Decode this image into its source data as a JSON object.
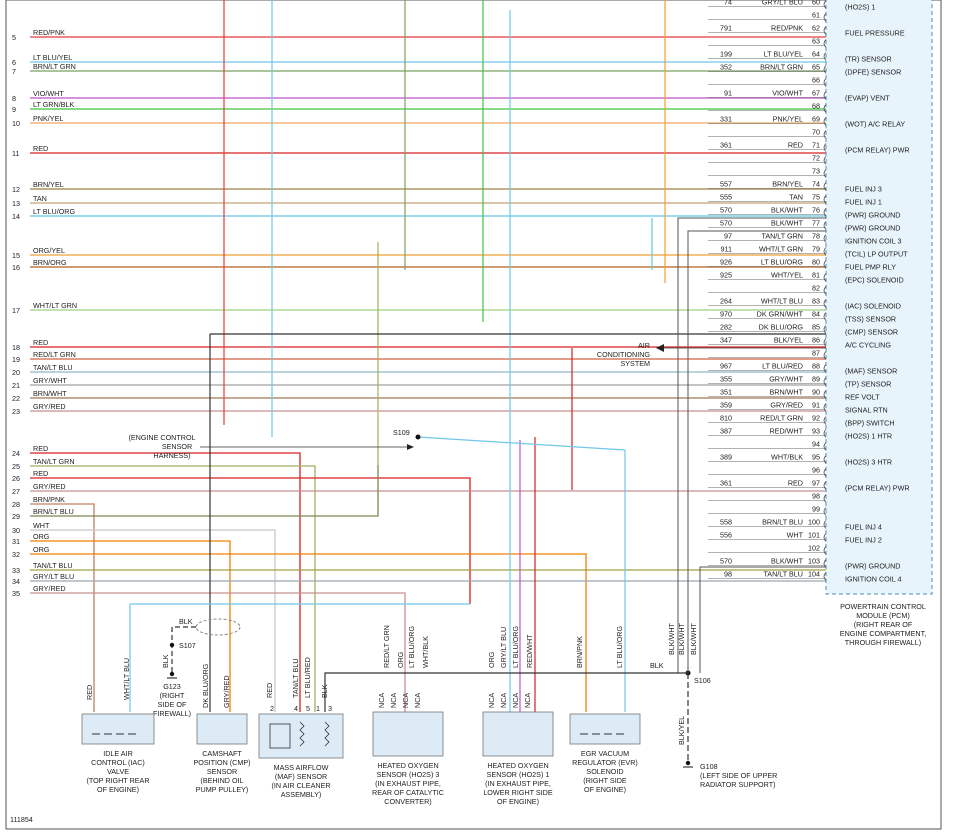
{
  "figure_id": "111854",
  "left_wires": [
    {
      "num": "5",
      "label": "RED/PNK",
      "color": "#e53a3a"
    },
    {
      "num": "6",
      "label": "LT BLU/YEL",
      "color": "#6fc8e8"
    },
    {
      "num": "7",
      "label": "BRN/LT GRN",
      "color": "#7aa060"
    },
    {
      "num": "8",
      "label": "VIO/WHT",
      "color": "#c050c8"
    },
    {
      "num": "9",
      "label": "LT GRN/BLK",
      "color": "#40c040"
    },
    {
      "num": "10",
      "label": "PNK/YEL",
      "color": "#f0a860"
    },
    {
      "num": "11",
      "label": "RED",
      "color": "#d82020"
    },
    {
      "num": "12",
      "label": "BRN/YEL",
      "color": "#a08040"
    },
    {
      "num": "13",
      "label": "TAN",
      "color": "#c8a070"
    },
    {
      "num": "14",
      "label": "LT BLU/ORG",
      "color": "#60c8e0"
    },
    {
      "num": "15",
      "label": "ORG/YEL",
      "color": "#f0a030"
    },
    {
      "num": "16",
      "label": "BRN/ORG",
      "color": "#b06020"
    },
    {
      "num": "17",
      "label": "WHT/LT GRN",
      "color": "#a0d080"
    },
    {
      "num": "18",
      "label": "RED",
      "color": "#d82020"
    },
    {
      "num": "19",
      "label": "RED/LT GRN",
      "color": "#d06040"
    },
    {
      "num": "20",
      "label": "TAN/LT BLU",
      "color": "#90b8c8"
    },
    {
      "num": "21",
      "label": "GRY/WHT",
      "color": "#a0a0a0"
    },
    {
      "num": "22",
      "label": "BRN/WHT",
      "color": "#a07850"
    },
    {
      "num": "23",
      "label": "GRY/RED",
      "color": "#c89090"
    },
    {
      "num": "24",
      "label": "RED",
      "color": "#d82020"
    },
    {
      "num": "25",
      "label": "TAN/LT GRN",
      "color": "#a0b060"
    },
    {
      "num": "26",
      "label": "RED",
      "color": "#d82020"
    },
    {
      "num": "27",
      "label": "GRY/RED",
      "color": "#c89090"
    },
    {
      "num": "28",
      "label": "BRN/PNK",
      "color": "#c08060"
    },
    {
      "num": "29",
      "label": "BRN/LT BLU",
      "color": "#7a8850"
    },
    {
      "num": "30",
      "label": "WHT",
      "color": "#c8c8c8"
    },
    {
      "num": "31",
      "label": "ORG",
      "color": "#f08000"
    },
    {
      "num": "32",
      "label": "ORG",
      "color": "#f08000"
    },
    {
      "num": "33",
      "label": "TAN/LT BLU",
      "color": "#a0a040"
    },
    {
      "num": "34",
      "label": "GRY/LT BLU",
      "color": "#9aa8b0"
    },
    {
      "num": "35",
      "label": "GRY/RED",
      "color": "#c89090"
    }
  ],
  "pcm_rows": [
    {
      "circuit": "74",
      "wire": "GRY/LT BLU",
      "pin": "60",
      "func": "(HO2S) 1"
    },
    {
      "circuit": "",
      "wire": "",
      "pin": "61",
      "func": ""
    },
    {
      "circuit": "791",
      "wire": "RED/PNK",
      "pin": "62",
      "func": "FUEL PRESSURE"
    },
    {
      "circuit": "",
      "wire": "",
      "pin": "63",
      "func": ""
    },
    {
      "circuit": "199",
      "wire": "LT BLU/YEL",
      "pin": "64",
      "func": "(TR) SENSOR"
    },
    {
      "circuit": "352",
      "wire": "BRN/LT GRN",
      "pin": "65",
      "func": "(DPFE) SENSOR"
    },
    {
      "circuit": "",
      "wire": "",
      "pin": "66",
      "func": ""
    },
    {
      "circuit": "91",
      "wire": "VIO/WHT",
      "pin": "67",
      "func": "(EVAP) VENT"
    },
    {
      "circuit": "",
      "wire": "",
      "pin": "68",
      "func": ""
    },
    {
      "circuit": "331",
      "wire": "PNK/YEL",
      "pin": "69",
      "func": "(WOT) A/C RELAY"
    },
    {
      "circuit": "",
      "wire": "",
      "pin": "70",
      "func": ""
    },
    {
      "circuit": "361",
      "wire": "RED",
      "pin": "71",
      "func": "(PCM RELAY) PWR"
    },
    {
      "circuit": "",
      "wire": "",
      "pin": "72",
      "func": ""
    },
    {
      "circuit": "",
      "wire": "",
      "pin": "73",
      "func": ""
    },
    {
      "circuit": "557",
      "wire": "BRN/YEL",
      "pin": "74",
      "func": "FUEL INJ 3"
    },
    {
      "circuit": "555",
      "wire": "TAN",
      "pin": "75",
      "func": "FUEL INJ 1"
    },
    {
      "circuit": "570",
      "wire": "BLK/WHT",
      "pin": "76",
      "func": "(PWR) GROUND"
    },
    {
      "circuit": "570",
      "wire": "BLK/WHT",
      "pin": "77",
      "func": "(PWR) GROUND"
    },
    {
      "circuit": "97",
      "wire": "TAN/LT GRN",
      "pin": "78",
      "func": "IGNITION COIL 3"
    },
    {
      "circuit": "911",
      "wire": "WHT/LT GRN",
      "pin": "79",
      "func": "(TCIL) LP OUTPUT"
    },
    {
      "circuit": "926",
      "wire": "LT BLU/ORG",
      "pin": "80",
      "func": "FUEL PMP RLY"
    },
    {
      "circuit": "925",
      "wire": "WHT/YEL",
      "pin": "81",
      "func": "(EPC) SOLENOID"
    },
    {
      "circuit": "",
      "wire": "",
      "pin": "82",
      "func": ""
    },
    {
      "circuit": "264",
      "wire": "WHT/LT BLU",
      "pin": "83",
      "func": "(IAC) SOLENOID"
    },
    {
      "circuit": "970",
      "wire": "DK GRN/WHT",
      "pin": "84",
      "func": "(TSS) SENSOR"
    },
    {
      "circuit": "282",
      "wire": "DK BLU/ORG",
      "pin": "85",
      "func": "(CMP) SENSOR"
    },
    {
      "circuit": "347",
      "wire": "BLK/YEL",
      "pin": "86",
      "func": "A/C CYCLING"
    },
    {
      "circuit": "",
      "wire": "",
      "pin": "87",
      "func": ""
    },
    {
      "circuit": "967",
      "wire": "LT BLU/RED",
      "pin": "88",
      "func": "(MAF) SENSOR"
    },
    {
      "circuit": "355",
      "wire": "GRY/WHT",
      "pin": "89",
      "func": "(TP) SENSOR"
    },
    {
      "circuit": "351",
      "wire": "BRN/WHT",
      "pin": "90",
      "func": "REF VOLT"
    },
    {
      "circuit": "359",
      "wire": "GRY/RED",
      "pin": "91",
      "func": "SIGNAL RTN"
    },
    {
      "circuit": "810",
      "wire": "RED/LT GRN",
      "pin": "92",
      "func": "(BPP) SWITCH"
    },
    {
      "circuit": "387",
      "wire": "RED/WHT",
      "pin": "93",
      "func": "(HO2S) 1 HTR"
    },
    {
      "circuit": "",
      "wire": "",
      "pin": "94",
      "func": ""
    },
    {
      "circuit": "389",
      "wire": "WHT/BLK",
      "pin": "95",
      "func": "(HO2S) 3 HTR"
    },
    {
      "circuit": "",
      "wire": "",
      "pin": "96",
      "func": ""
    },
    {
      "circuit": "361",
      "wire": "RED",
      "pin": "97",
      "func": "(PCM RELAY) PWR"
    },
    {
      "circuit": "",
      "wire": "",
      "pin": "98",
      "func": ""
    },
    {
      "circuit": "",
      "wire": "",
      "pin": "99",
      "func": ""
    },
    {
      "circuit": "558",
      "wire": "BRN/LT BLU",
      "pin": "100",
      "func": "FUEL INJ 4"
    },
    {
      "circuit": "556",
      "wire": "WHT",
      "pin": "101",
      "func": "FUEL INJ 2"
    },
    {
      "circuit": "",
      "wire": "",
      "pin": "102",
      "func": ""
    },
    {
      "circuit": "570",
      "wire": "BLK/WHT",
      "pin": "103",
      "func": "(PWR) GROUND"
    },
    {
      "circuit": "98",
      "wire": "TAN/LT BLU",
      "pin": "104",
      "func": "IGNITION COIL 4"
    }
  ],
  "pcm_label": [
    "POWERTRAIN CONTROL",
    "MODULE (PCM)",
    "(RIGHT REAR OF",
    "ENGINE COMPARTMENT,",
    "THROUGH FIREWALL)"
  ],
  "ac_label": [
    "AIR",
    "CONDITIONING",
    "SYSTEM"
  ],
  "harness_label": [
    "(ENGINE CONTROL",
    "SENSOR",
    "HARNESS)"
  ],
  "splice_s109": "S109",
  "splice_s106": "S106",
  "splice_s107": "S107",
  "ground_g123": [
    "G123",
    "(RIGHT",
    "SIDE OF",
    "FIREWALL)"
  ],
  "ground_g108": [
    "G108",
    "(LEFT SIDE OF UPPER",
    "RADIATOR SUPPORT)"
  ],
  "blk": "BLK",
  "blk_yel": "BLK/YEL",
  "blk_wht": "BLK/WHT",
  "nca": "NCA",
  "components": [
    {
      "id": "iac",
      "lines": [
        "IDLE AIR",
        "CONTROL (IAC)",
        "VALVE",
        "(TOP RIGHT REAR",
        "OF ENGINE)"
      ],
      "wires": [
        "RED",
        "WHT/LT BLU"
      ]
    },
    {
      "id": "cmp",
      "lines": [
        "CAMSHAFT",
        "POSITION (CMP)",
        "SENSOR",
        "(BEHIND OIL",
        "PUMP PULLEY)"
      ],
      "wires": [
        "DK BLU/ORG",
        "GRY/RED"
      ]
    },
    {
      "id": "maf",
      "lines": [
        "MASS AIRFLOW",
        "(MAF) SENSOR",
        "(IN AIR CLEANER",
        "ASSEMBLY)"
      ],
      "wires": [
        "RED",
        "TAN/LT BLU",
        "LT BLU/RED",
        "BLK"
      ],
      "pins": [
        "2",
        "4",
        "5",
        "1",
        "3"
      ]
    },
    {
      "id": "ho2s3",
      "lines": [
        "HEATED OXYGEN",
        "SENSOR (HO2S) 3",
        "(IN EXHAUST PIPE,",
        "REAR OF CATALYTIC",
        "CONVERTER)"
      ],
      "wires": [
        "RED/LT GRN",
        "ORG",
        "LT BLU/ORG",
        "WHT/BLK"
      ]
    },
    {
      "id": "ho2s1",
      "lines": [
        "HEATED OXYGEN",
        "SENSOR (HO2S) 1",
        "(IN EXHAUST PIPE,",
        "LOWER RIGHT SIDE",
        "OF ENGINE)"
      ],
      "wires": [
        "ORG",
        "GRY/LT BLU",
        "LT BLU/ORG",
        "RED/WHT"
      ]
    },
    {
      "id": "evr",
      "lines": [
        "EGR VACUUM",
        "REGULATOR (EVR)",
        "SOLENOID",
        "(RIGHT SIDE",
        "OF ENGINE)"
      ],
      "wires": [
        "BRN/PNK",
        "LT BLU/ORG"
      ]
    }
  ]
}
